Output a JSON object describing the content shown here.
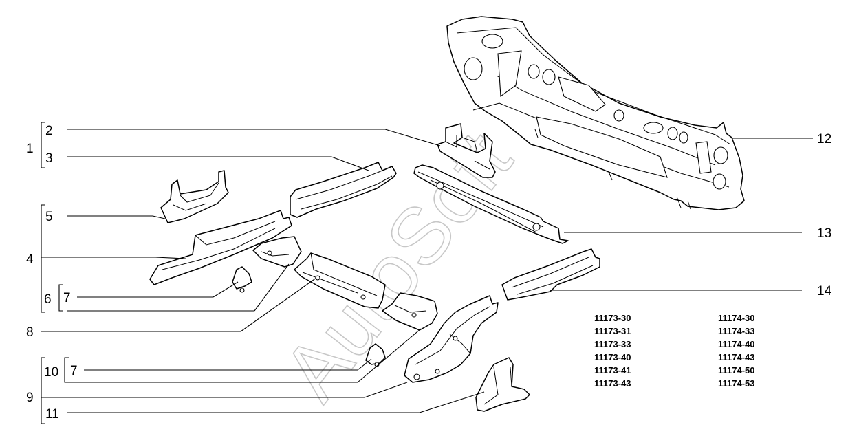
{
  "labels": {
    "l1": "1",
    "l2": "2",
    "l3": "3",
    "l4": "4",
    "l5": "5",
    "l6": "6",
    "l7a": "7",
    "l7b": "7",
    "l8": "8",
    "l9": "9",
    "l10": "10",
    "l11": "11",
    "l12": "12",
    "l13": "13",
    "l14": "14"
  },
  "codes": {
    "left": [
      "11173-30",
      "11173-31",
      "11173-33",
      "11173-40",
      "11173-41",
      "11173-43"
    ],
    "right": [
      "11174-30",
      "11174-33",
      "11174-40",
      "11174-43",
      "11174-50",
      "11174-53"
    ]
  },
  "watermark": "AutoSoft"
}
